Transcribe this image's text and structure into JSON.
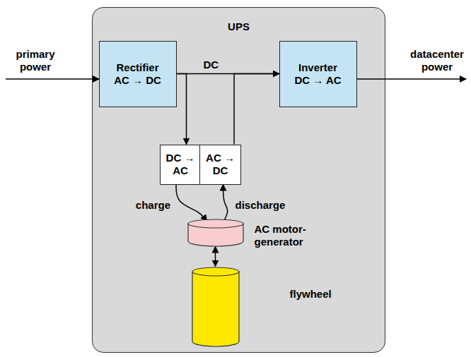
{
  "diagram": {
    "nodes": [
      {
        "text": [
          "UPS"
        ]
      },
      {
        "text": [
          "Rectifier",
          "AC → DC"
        ],
        "in": 0
      },
      {
        "text": [
          "Inverter",
          "DC → AC"
        ],
        "in": 0
      },
      {
        "text": [
          "DC → AC"
        ],
        "in": 0
      },
      {
        "text": [
          "AC → DC"
        ],
        "in": 0
      },
      {
        "text": [
          "AC motor-generator"
        ],
        "in": 0
      },
      {
        "text": [
          "flywheel"
        ],
        "in": 0
      }
    ],
    "edges": [
      {
        "from": 1,
        "to": 2,
        "arrow": "to",
        "label": "DC"
      },
      {
        "from": 1,
        "to": 3,
        "arrow": "to"
      },
      {
        "from": 4,
        "to": 2,
        "arrow": "to"
      },
      {
        "from": 3,
        "to": 5,
        "arrow": "to",
        "label": "charge"
      },
      {
        "from": 5,
        "to": 4,
        "arrow": "to",
        "label": "discharge"
      },
      {
        "from": 5,
        "to": 6,
        "arrow": "both"
      }
    ],
    "labels": [
      "primary power",
      "datacenter power"
    ]
  }
}
